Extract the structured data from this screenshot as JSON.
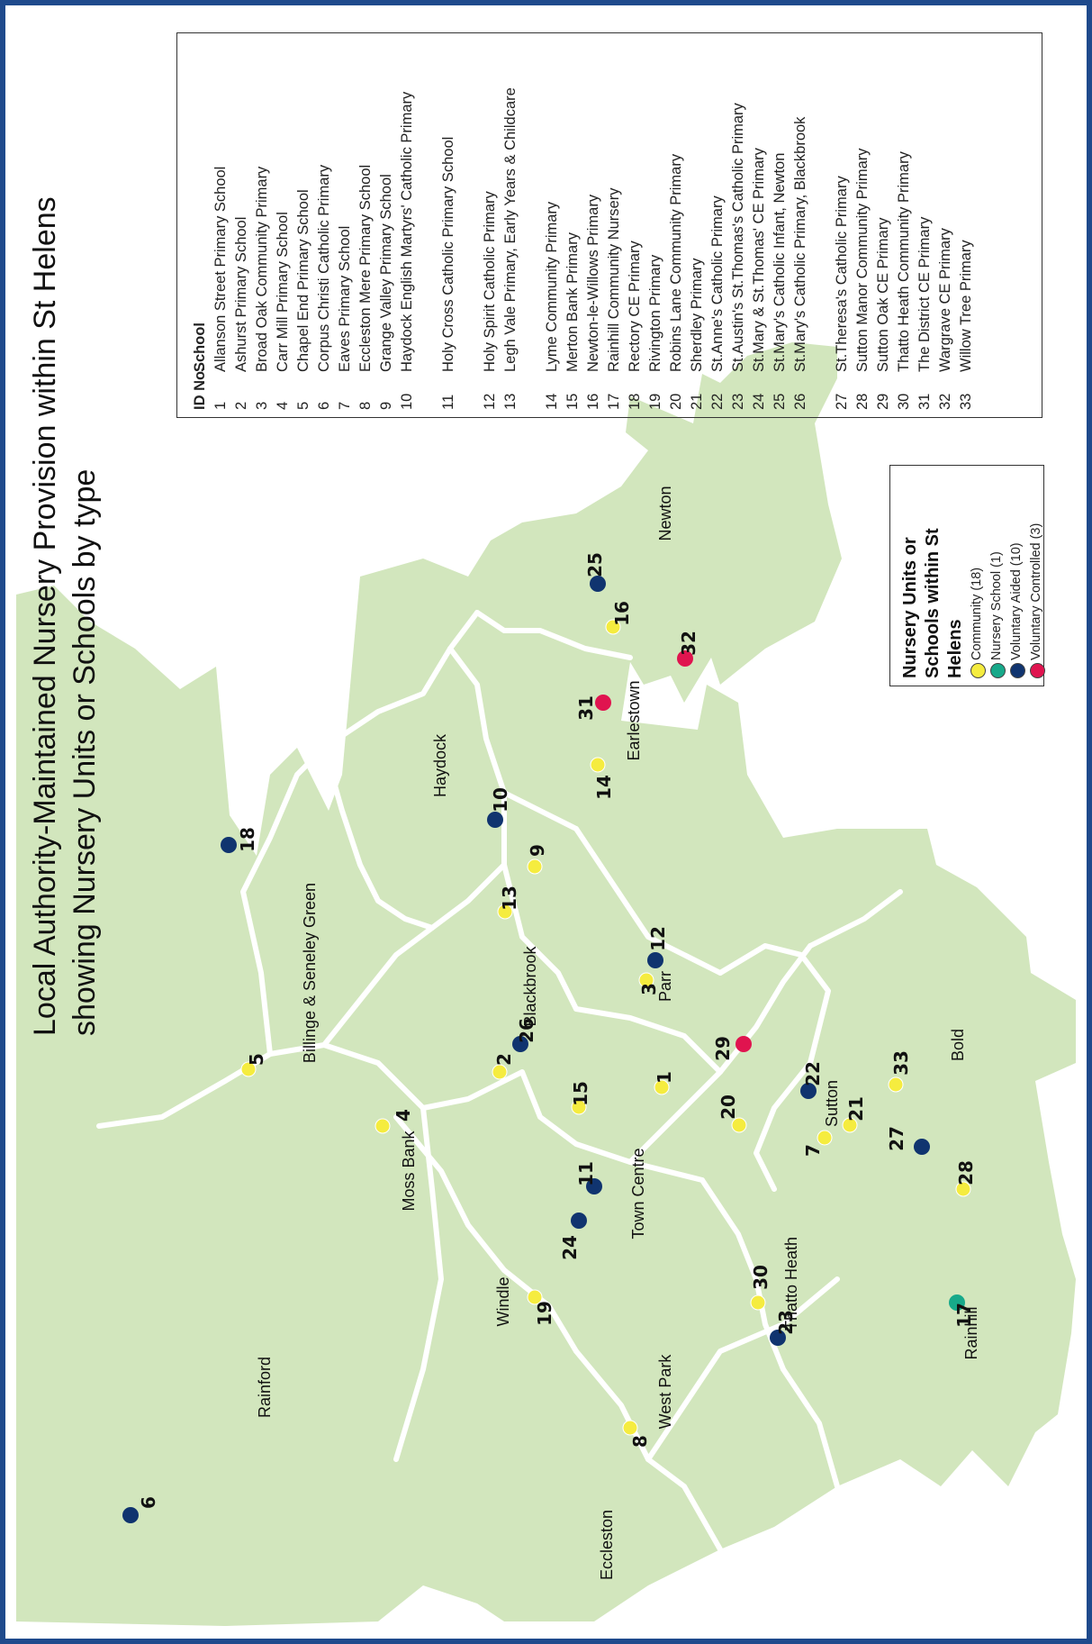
{
  "title": {
    "line1": "Local Authority-Maintained Nursery Provision within St Helens",
    "line2": "showing Nursery Units or Schools by type"
  },
  "colors": {
    "land": "#d2e6bd",
    "boundary": "#ffffff",
    "border": "#1f4a8c",
    "community": "#f5ec3f",
    "nursery_school": "#17a98a",
    "voluntary_aided": "#10346f",
    "voluntary_controlled": "#e0144f"
  },
  "legend": {
    "title": "Nursery Units or Schools within St Helens",
    "items": [
      {
        "label": "Community (18)",
        "color": "#f5ec3f",
        "type": "community"
      },
      {
        "label": "Nursery School (1)",
        "color": "#17a98a",
        "type": "nursery_school"
      },
      {
        "label": "Voluntary Aided (10)",
        "color": "#10346f",
        "type": "voluntary_aided"
      },
      {
        "label": "Voluntary Controlled (3)",
        "color": "#e0144f",
        "type": "voluntary_controlled"
      }
    ]
  },
  "table": {
    "col_id": "ID No.",
    "col_school": "School",
    "rows": [
      {
        "id": "1",
        "name": "Allanson Street Primary School"
      },
      {
        "id": "2",
        "name": "Ashurst Primary School"
      },
      {
        "id": "3",
        "name": "Broad Oak Community Primary"
      },
      {
        "id": "4",
        "name": "Carr Mill Primary School"
      },
      {
        "id": "5",
        "name": "Chapel End Primary School"
      },
      {
        "id": "6",
        "name": "Corpus Christi Catholic Primary"
      },
      {
        "id": "7",
        "name": "Eaves Primary School"
      },
      {
        "id": "8",
        "name": "Eccleston Mere Primary School"
      },
      {
        "id": "9",
        "name": "Grange Valley Primary School"
      },
      {
        "id": "10",
        "name": "Haydock English Martyrs' Catholic Primary"
      },
      {
        "id": "11",
        "name": "Holy Cross Catholic Primary School"
      },
      {
        "id": "12",
        "name": "Holy Spirit Catholic Primary"
      },
      {
        "id": "13",
        "name": "Legh Vale Primary, Early Years & Childcare"
      },
      {
        "id": "14",
        "name": "Lyme Community Primary"
      },
      {
        "id": "15",
        "name": "Merton Bank Primary"
      },
      {
        "id": "16",
        "name": "Newton-le-Willows Primary"
      },
      {
        "id": "17",
        "name": "Rainhill Community Nursery"
      },
      {
        "id": "18",
        "name": "Rectory CE Primary"
      },
      {
        "id": "19",
        "name": "Rivington Primary"
      },
      {
        "id": "20",
        "name": "Robins Lane Community Primary"
      },
      {
        "id": "21",
        "name": "Sherdley Primary"
      },
      {
        "id": "22",
        "name": "St.Anne's Catholic Primary"
      },
      {
        "id": "23",
        "name": "St.Austin's St.Thomas's Catholic Primary"
      },
      {
        "id": "24",
        "name": "St.Mary & St.Thomas' CE Primary"
      },
      {
        "id": "25",
        "name": "St.Mary's Catholic Infant, Newton"
      },
      {
        "id": "26",
        "name": "St.Mary's Catholic Primary, Blackbrook"
      },
      {
        "id": "27",
        "name": "St.Theresa's Catholic Primary"
      },
      {
        "id": "28",
        "name": "Sutton Manor Community Primary"
      },
      {
        "id": "29",
        "name": "Sutton Oak CE Primary"
      },
      {
        "id": "30",
        "name": "Thatto Heath Community Primary"
      },
      {
        "id": "31",
        "name": "The District CE Primary"
      },
      {
        "id": "32",
        "name": "Wargrave CE Primary"
      },
      {
        "id": "33",
        "name": "Willow Tree Primary"
      }
    ]
  },
  "areas": [
    {
      "name": "Rainford"
    },
    {
      "name": "Billinge & Seneley Green"
    },
    {
      "name": "Moss Bank"
    },
    {
      "name": "Haydock"
    },
    {
      "name": "Blackbrook"
    },
    {
      "name": "Parr"
    },
    {
      "name": "Earlestown"
    },
    {
      "name": "Newton"
    },
    {
      "name": "Town Centre"
    },
    {
      "name": "Windle"
    },
    {
      "name": "West Park"
    },
    {
      "name": "Eccleston"
    },
    {
      "name": "Thatto Heath"
    },
    {
      "name": "Sutton"
    },
    {
      "name": "Bold"
    },
    {
      "name": "Rainhill"
    }
  ],
  "schools": [
    {
      "id": "1",
      "type": "community"
    },
    {
      "id": "2",
      "type": "community"
    },
    {
      "id": "3",
      "type": "community"
    },
    {
      "id": "4",
      "type": "community"
    },
    {
      "id": "5",
      "type": "community"
    },
    {
      "id": "6",
      "type": "voluntary_aided"
    },
    {
      "id": "7",
      "type": "community"
    },
    {
      "id": "8",
      "type": "community"
    },
    {
      "id": "9",
      "type": "community"
    },
    {
      "id": "10",
      "type": "voluntary_aided"
    },
    {
      "id": "11",
      "type": "voluntary_aided"
    },
    {
      "id": "12",
      "type": "voluntary_aided"
    },
    {
      "id": "13",
      "type": "community"
    },
    {
      "id": "14",
      "type": "community"
    },
    {
      "id": "15",
      "type": "community"
    },
    {
      "id": "16",
      "type": "community"
    },
    {
      "id": "17",
      "type": "nursery_school"
    },
    {
      "id": "18",
      "type": "voluntary_aided"
    },
    {
      "id": "19",
      "type": "community"
    },
    {
      "id": "20",
      "type": "community"
    },
    {
      "id": "21",
      "type": "community"
    },
    {
      "id": "22",
      "type": "voluntary_aided"
    },
    {
      "id": "23",
      "type": "voluntary_aided"
    },
    {
      "id": "24",
      "type": "voluntary_aided"
    },
    {
      "id": "25",
      "type": "voluntary_aided"
    },
    {
      "id": "26",
      "type": "voluntary_aided"
    },
    {
      "id": "27",
      "type": "voluntary_aided"
    },
    {
      "id": "28",
      "type": "community"
    },
    {
      "id": "29",
      "type": "voluntary_controlled"
    },
    {
      "id": "30",
      "type": "community"
    },
    {
      "id": "31",
      "type": "voluntary_controlled"
    },
    {
      "id": "32",
      "type": "voluntary_controlled"
    },
    {
      "id": "33",
      "type": "community"
    }
  ]
}
